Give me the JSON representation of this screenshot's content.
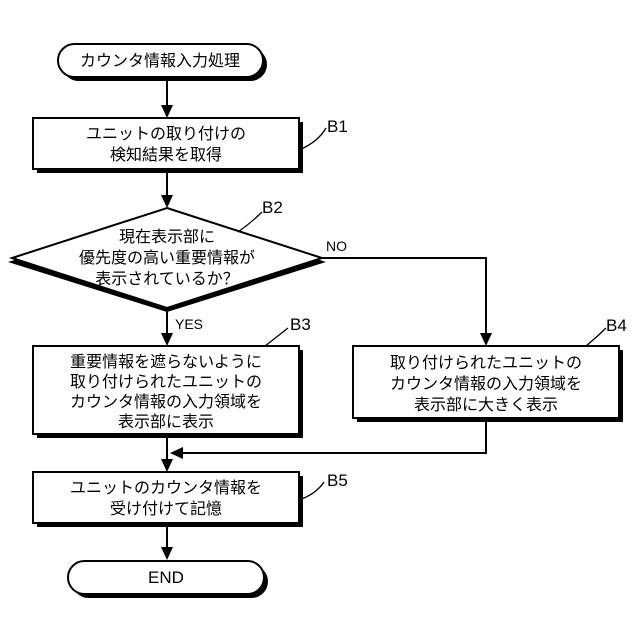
{
  "start": {
    "label": "カウンタ情報入力処理"
  },
  "b1": {
    "tag": "B1",
    "lines": [
      "ユニットの取り付けの",
      "検知結果を取得"
    ]
  },
  "b2": {
    "tag": "B2",
    "lines": [
      "現在表示部に",
      "優先度の高い重要情報が",
      "表示されているか？"
    ],
    "yes": "YES",
    "no": "NO"
  },
  "b3": {
    "tag": "B3",
    "lines": [
      "重要情報を遮らないように",
      "取り付けられたユニットの",
      "カウンタ情報の入力領域を",
      "表示部に表示"
    ]
  },
  "b4": {
    "tag": "B4",
    "lines": [
      "取り付けられたユニットの",
      "カウンタ情報の入力領域を",
      "表示部に大きく表示"
    ]
  },
  "b5": {
    "tag": "B5",
    "lines": [
      "ユニットのカウンタ情報を",
      "受け付けて記憶"
    ]
  },
  "end": {
    "label": "END"
  }
}
